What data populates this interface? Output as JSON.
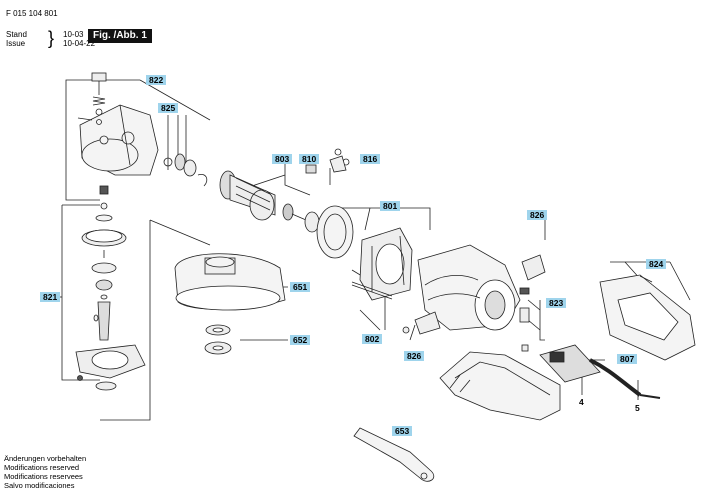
{
  "header": {
    "part_number": "F 015 104 801",
    "stand_label": "Stand",
    "stand_value": "10-03",
    "issue_label": "Issue",
    "issue_value": "10-04-22",
    "figure_label": "Fig. /Abb. 1"
  },
  "callouts": {
    "c822": "822",
    "c825": "825",
    "c803": "803",
    "c810": "810",
    "c816": "816",
    "c801": "801",
    "c826a": "826",
    "c824": "824",
    "c821": "821",
    "c651": "651",
    "c823": "823",
    "c652": "652",
    "c802": "802",
    "c826b": "826",
    "c807": "807",
    "c653": "653"
  },
  "plain_labels": {
    "p4": "4",
    "p5": "5"
  },
  "footer": {
    "line1": "Änderungen vorbehalten",
    "line2": "Modifications reserved",
    "line3": "Modifications reservees",
    "line4": "Salvo modificaciones"
  },
  "colors": {
    "callout_bg": "#9fd4ec",
    "line": "#222222",
    "part_fill": "#f4f4f4",
    "dark_part": "#555555"
  }
}
